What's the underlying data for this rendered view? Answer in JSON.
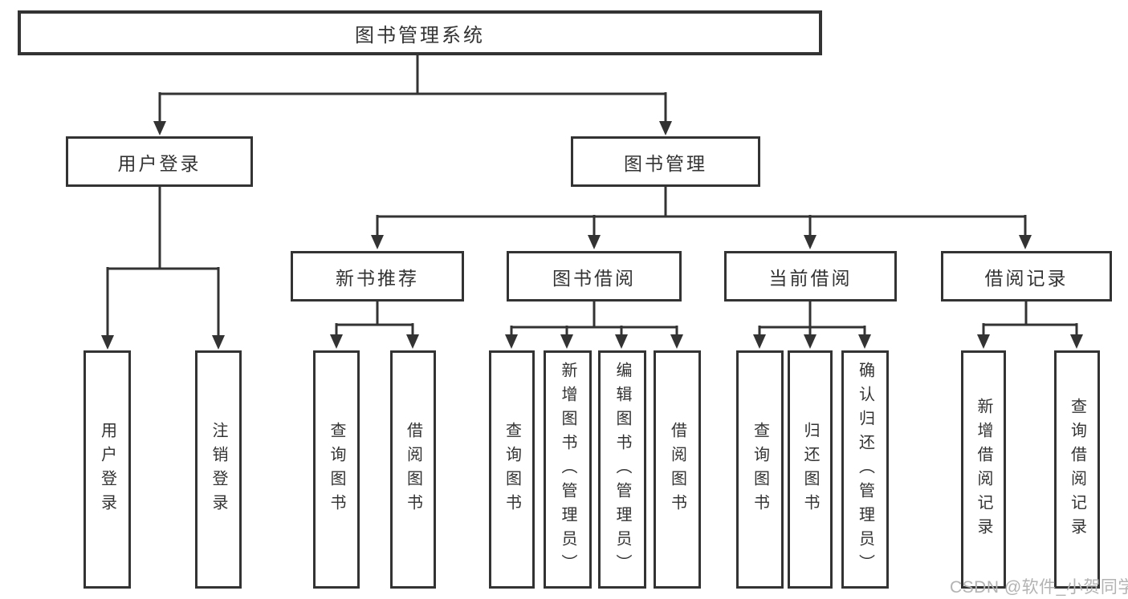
{
  "colors": {
    "line": "#333333",
    "box_border": "#333333",
    "box_fill": "#ffffff",
    "text": "#333333",
    "watermark": "#b3b3b3",
    "background": "#ffffff"
  },
  "watermark": {
    "text": "CSDN @软件_小贺同学"
  },
  "tree": {
    "root": {
      "label": "图书管理系统"
    },
    "branches": [
      {
        "label": "用户登录",
        "children": [
          {
            "label": "用户登录"
          },
          {
            "label": "注销登录"
          }
        ]
      },
      {
        "label": "图书管理",
        "children": [
          {
            "label": "新书推荐",
            "children": [
              {
                "label": "查询图书"
              },
              {
                "label": "借阅图书"
              }
            ]
          },
          {
            "label": "图书借阅",
            "children": [
              {
                "label": "查询图书"
              },
              {
                "label": "新增图书（管理员）"
              },
              {
                "label": "编辑图书（管理员）"
              },
              {
                "label": "借阅图书"
              }
            ]
          },
          {
            "label": "当前借阅",
            "children": [
              {
                "label": "查询图书"
              },
              {
                "label": "归还图书"
              },
              {
                "label": "确认归还（管理员）"
              }
            ]
          },
          {
            "label": "借阅记录",
            "children": [
              {
                "label": "新增借阅记录"
              },
              {
                "label": "查询借阅记录"
              }
            ]
          }
        ]
      }
    ]
  }
}
